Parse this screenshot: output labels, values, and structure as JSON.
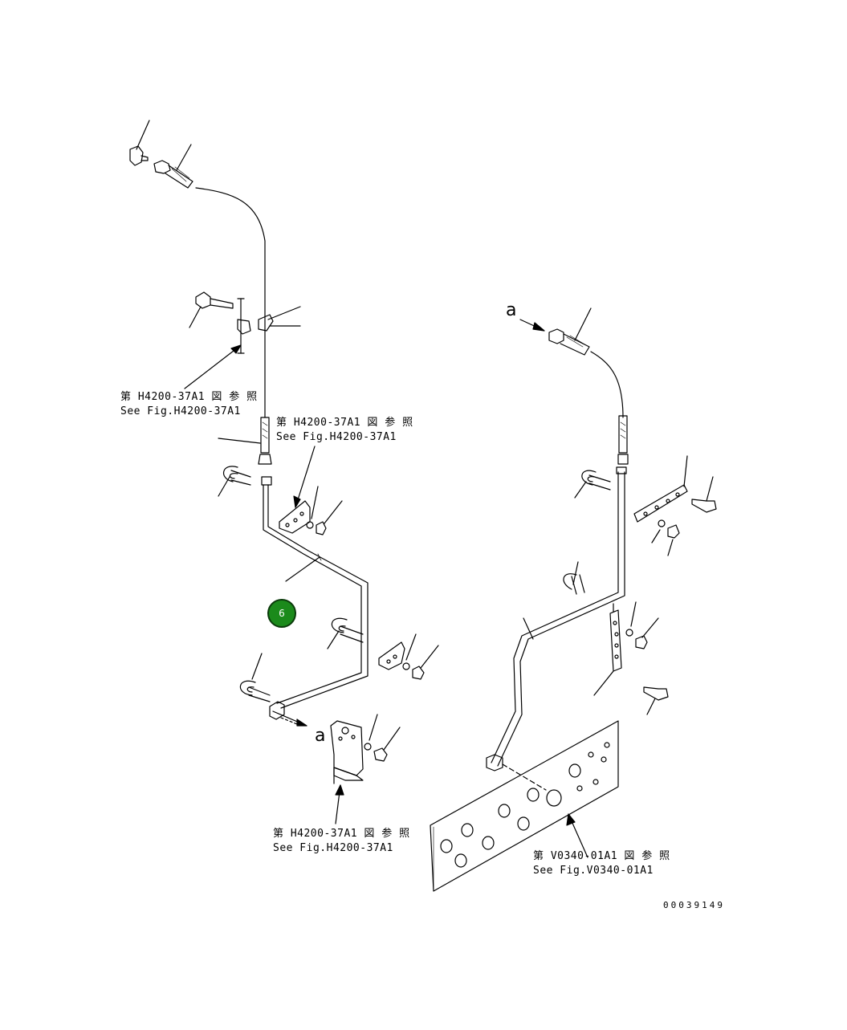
{
  "references": {
    "ref_1": {
      "line1": "第 H4200-37A1 図 参 照",
      "line2": "See Fig.H4200-37A1"
    },
    "ref_2": {
      "line1": "第 H4200-37A1 図 参 照",
      "line2": "See Fig.H4200-37A1"
    },
    "ref_3": {
      "line1": "第 H4200-37A1 図 参 照",
      "line2": "See Fig.H4200-37A1"
    },
    "ref_4": {
      "line1": "第 V0340-01A1 図 参 照",
      "line2": "See Fig.V0340-01A1"
    }
  },
  "view_marker": "a",
  "callout_number": "6",
  "callout_color": "#1b8a1b",
  "drawing_number": "00039149"
}
